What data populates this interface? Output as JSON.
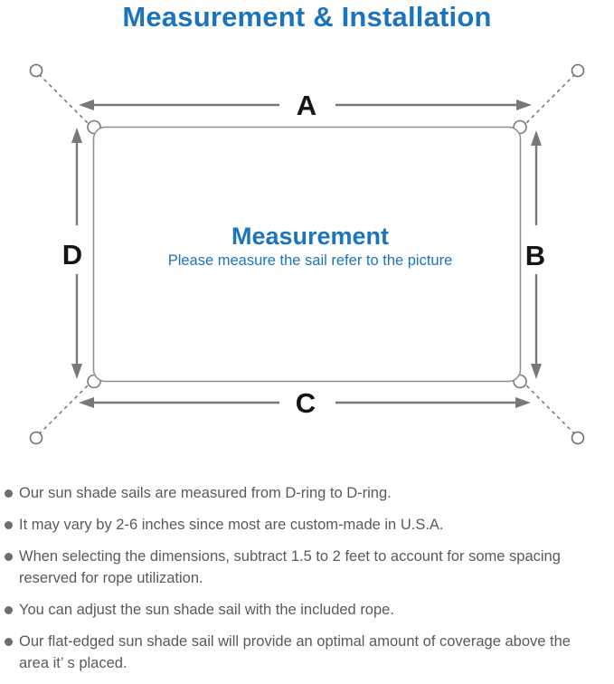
{
  "title": "Measurement & Installation",
  "colors": {
    "accent_blue": "#1b74bc",
    "line_gray": "#787878",
    "text_gray": "#5a5a5a",
    "label_black": "#141414"
  },
  "diagram": {
    "labels": {
      "a": "A",
      "b": "B",
      "c": "C",
      "d": "D"
    },
    "center_title": "Measurement",
    "center_subtitle": "Please measure the sail refer to the picture"
  },
  "notes": [
    "Our sun shade sails are measured from D-ring to D-ring.",
    "It may vary by 2-6 inches since most are custom-made in U.S.A.",
    "When selecting the dimensions, subtract 1.5 to 2 feet to account for some spacing reserved for rope utilization.",
    "You can adjust the sun shade sail with the included rope.",
    "Our flat-edged sun shade sail will provide an optimal amount of coverage above the area it’ s placed."
  ]
}
